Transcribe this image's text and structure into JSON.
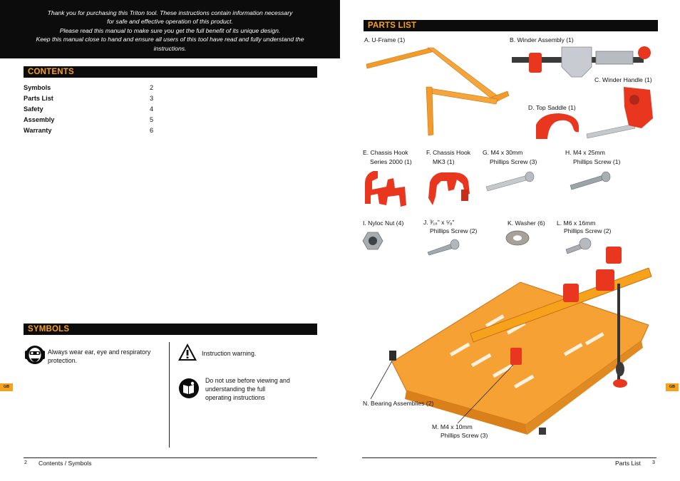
{
  "intro": {
    "lines": [
      "Thank you for purchasing this Triton tool. These instructions contain information necessary",
      "for safe and effective operation of this product.",
      "Please read this manual to make sure you get the full benefit of its unique design.",
      "Keep this manual close to hand and ensure all users of this tool have read and fully understand the",
      "instructions."
    ]
  },
  "contents": {
    "heading": "CONTENTS",
    "items": [
      {
        "label": "Symbols",
        "page": "2"
      },
      {
        "label": "Parts List",
        "page": "3"
      },
      {
        "label": "Safety",
        "page": "4"
      },
      {
        "label": "Assembly",
        "page": "5"
      },
      {
        "label": "Warranty",
        "page": "6"
      }
    ]
  },
  "symbols": {
    "heading": "SYMBOLS",
    "ppe": "Always wear ear, eye and respiratory protection.",
    "warning": "Instruction warning.",
    "manual": "Do not use before viewing and understanding the full operating instructions"
  },
  "parts": {
    "heading": "PARTS LIST",
    "a": "A. U-Frame (1)",
    "b": "B. Winder Assembly (1)",
    "c": "C. Winder Handle (1)",
    "d": "D. Top Saddle (1)",
    "e1": "E. Chassis Hook",
    "e2": "Series 2000 (1)",
    "f1": "F. Chassis Hook",
    "f2": "MK3 (1)",
    "g1": "G. M4 x 30mm",
    "g2": "Phillips Screw (3)",
    "h1": "H. M4 x 25mm",
    "h2": "Phillips Screw (1)",
    "i": "I.  Nyloc Nut (4)",
    "j1": "J. ³⁄₁₆\" x ⁵⁄₈\"",
    "j2": "Phillips Screw (2)",
    "k": "K. Washer (6)",
    "l1": "L. M6  x 16mm",
    "l2": "Phillips Screw (2)",
    "n": "N. Bearing Assemblies (2)",
    "m1": "M. M4 x 10mm",
    "m2": "Phillips Screw (3)"
  },
  "footer": {
    "left_page": "2",
    "left_title": "Contents / Symbols",
    "right_title": "Parts List",
    "right_page": "3",
    "tab": "GB"
  },
  "colors": {
    "orange": "#f7a21b",
    "red": "#e8361f",
    "black": "#0c0c0c"
  }
}
